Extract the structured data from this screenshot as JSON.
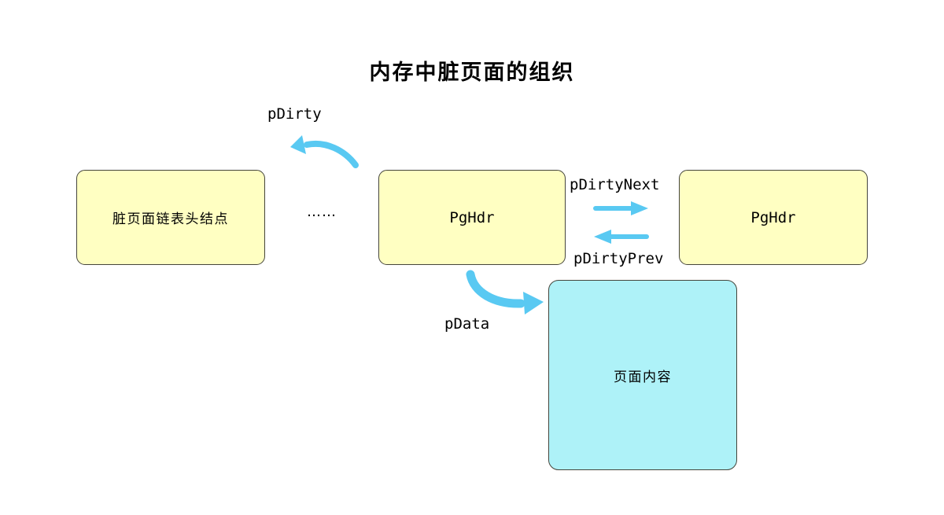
{
  "title": "内存中脏页面的组织",
  "nodes": {
    "head": {
      "label": "脏页面链表头结点"
    },
    "pghdr_mid": {
      "label": "PgHdr"
    },
    "pghdr_right": {
      "label": "PgHdr"
    },
    "page_content": {
      "label": "页面内容"
    }
  },
  "ellipsis": "……",
  "pointer_labels": {
    "pdirty": "pDirty",
    "pdirty_next": "pDirtyNext",
    "pdirty_prev": "pDirtyPrev",
    "pdata": "pData"
  },
  "colors": {
    "background": "#FFFFFF",
    "node_fill": "#FFFFC2",
    "node_border": "#45453B",
    "content_fill": "#AEF2F8",
    "content_border": "#45453B",
    "arrow": "#59C9F2",
    "text": "#000000"
  }
}
